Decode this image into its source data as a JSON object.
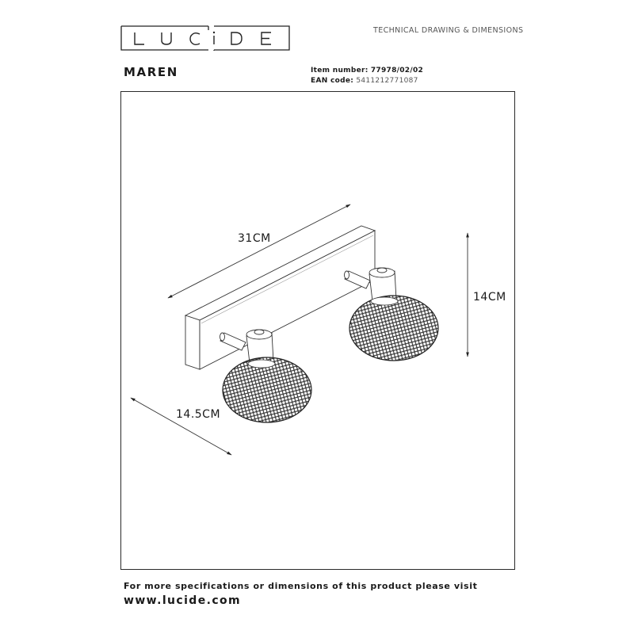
{
  "header": {
    "brand": "LUCIDE",
    "document_type": "TECHNICAL DRAWING & DIMENSIONS",
    "product_name": "MAREN",
    "item_number_label": "Item number:",
    "item_number": "77978/02/02",
    "ean_label": "EAN code:",
    "ean": "5411212771087"
  },
  "drawing": {
    "description": "Wall spotlight, 2 lights, rectangular base with two mesh shade spots",
    "dimensions": {
      "length": "31CM",
      "height": "14CM",
      "depth": "14.5CM"
    },
    "icons": {
      "length_arrow": "double-arrow-diagonal",
      "height_arrow": "double-arrow-vertical",
      "depth_arrow": "double-arrow-diagonal"
    }
  },
  "footer": {
    "note": "For more specifications or dimensions of this product please visit",
    "link": "www.lucide.com"
  }
}
